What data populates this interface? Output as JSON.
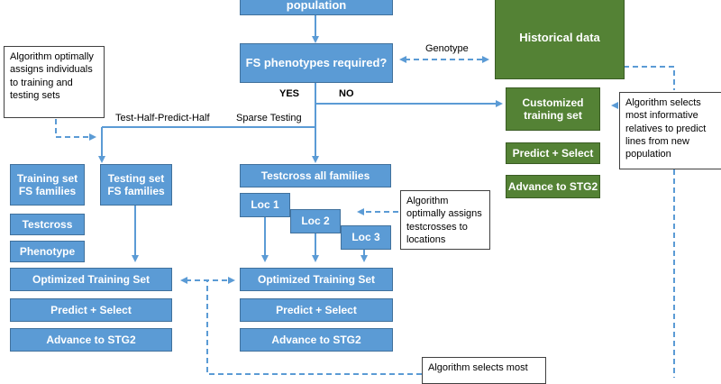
{
  "nodes": {
    "population": "population",
    "fs_required": "FS phenotypes required?",
    "historical": "Historical data",
    "customized": "Customized training set",
    "predict_select_green": "Predict + Select",
    "advance_green": "Advance to STG2",
    "train_fs": "Training set FS families",
    "test_fs": "Testing set FS families",
    "testcross": "Testcross",
    "phenotype": "Phenotype",
    "opt_left": "Optimized Training Set",
    "predict_left": "Predict + Select",
    "advance_left": "Advance to STG2",
    "testcross_all": "Testcross all families",
    "loc1": "Loc 1",
    "loc2": "Loc 2",
    "loc3": "Loc 3",
    "opt_mid": "Optimized Training Set",
    "predict_mid": "Predict + Select",
    "advance_mid": "Advance to STG2"
  },
  "labels": {
    "genotype": "Genotype",
    "yes": "YES",
    "no": "NO",
    "thph": "Test-Half-Predict-Half",
    "sparse": "Sparse Testing"
  },
  "notes": {
    "assign_individuals": "Algorithm optimally assigns individuals to training and testing sets",
    "assign_locations": "Algorithm optimally assigns testcrosses to locations",
    "informative_relatives": "Algorithm selects most informative relatives to predict lines from new population",
    "bottom_partial": "Algorithm selects most"
  },
  "colors": {
    "blue_fill": "#5b9bd5",
    "green_fill": "#548235",
    "arrow": "#5b9bd5"
  }
}
